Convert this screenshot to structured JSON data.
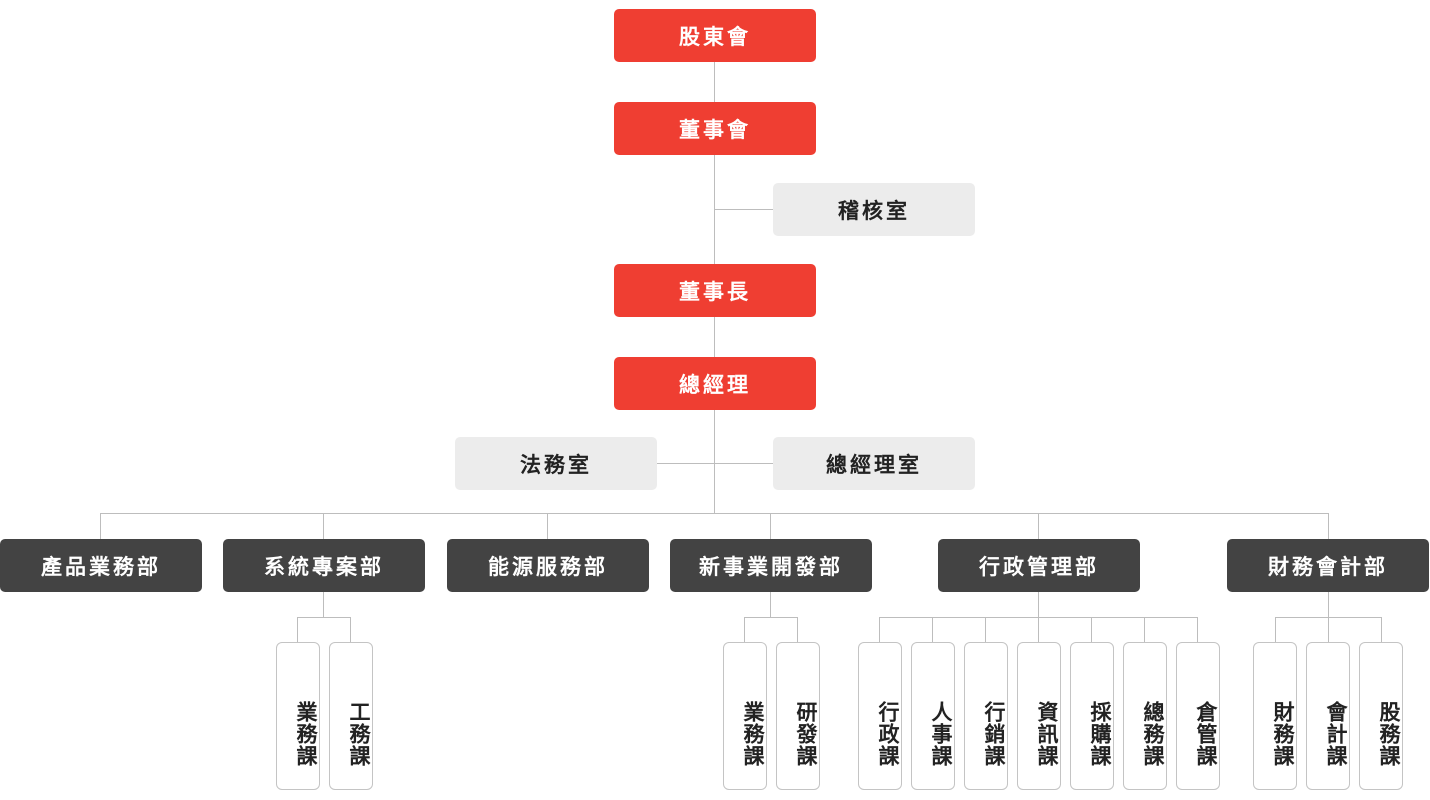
{
  "colors": {
    "leadership": "#ef3e32",
    "staff_office": "#ececec",
    "department": "#434343",
    "connector": "#bdbdbd"
  },
  "leadership": {
    "shareholders": "股東會",
    "board": "董事會",
    "chairman": "董事長",
    "general_manager": "總經理"
  },
  "offices": {
    "audit": "稽核室",
    "legal": "法務室",
    "gm_office": "總經理室"
  },
  "departments": [
    {
      "name": "產品業務部",
      "sections": []
    },
    {
      "name": "系統專案部",
      "sections": [
        "業務課",
        "工務課"
      ]
    },
    {
      "name": "能源服務部",
      "sections": []
    },
    {
      "name": "新事業開發部",
      "sections": [
        "業務課",
        "研發課"
      ]
    },
    {
      "name": "行政管理部",
      "sections": [
        "行政課",
        "人事課",
        "行銷課",
        "資訊課",
        "採購課",
        "總務課",
        "倉管課"
      ]
    },
    {
      "name": "財務會計部",
      "sections": [
        "財務課",
        "會計課",
        "股務課"
      ]
    }
  ]
}
